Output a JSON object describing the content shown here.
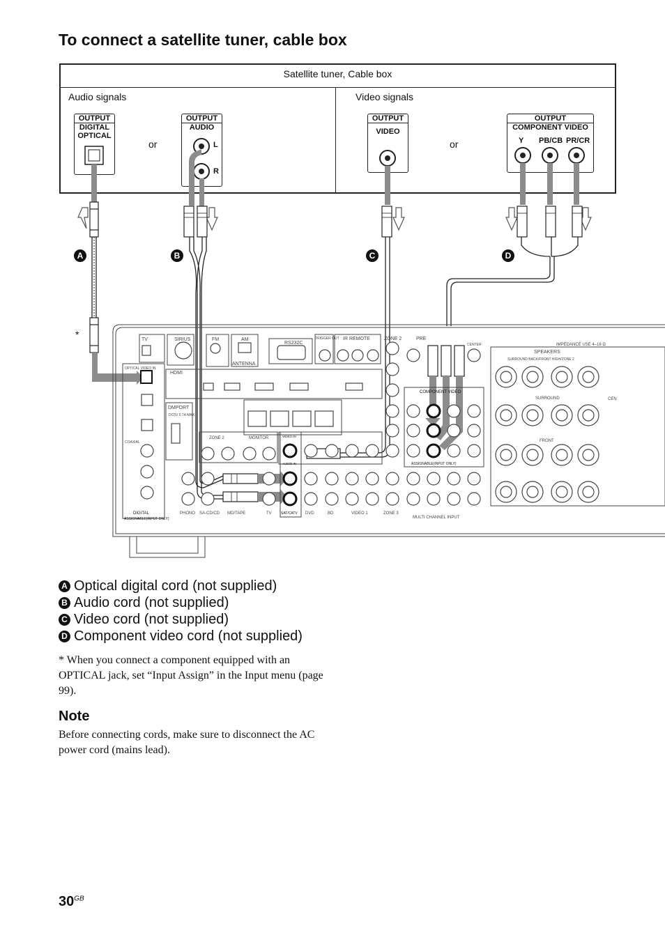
{
  "page": {
    "title": "To connect a satellite tuner, cable box",
    "page_number": "30",
    "page_suffix": "GB"
  },
  "device_box": {
    "header": "Satellite tuner, Cable box",
    "audio_label": "Audio signals",
    "video_label": "Video signals",
    "or": "or",
    "panels": {
      "optical": {
        "title": "OUTPUT",
        "line1": "DIGITAL",
        "line2": "OPTICAL"
      },
      "audio": {
        "title": "OUTPUT",
        "line1": "AUDIO",
        "l": "L",
        "r": "R"
      },
      "video": {
        "title": "OUTPUT",
        "line1": "VIDEO"
      },
      "component": {
        "title": "OUTPUT",
        "line1": "COMPONENT VIDEO",
        "y": "Y",
        "pb": "PB/CB",
        "pr": "PR/CR"
      }
    }
  },
  "markers": {
    "a": "A",
    "b": "B",
    "c": "C",
    "d": "D",
    "star": "*"
  },
  "receiver": {
    "labels": {
      "tv": "TV",
      "sirius": "SIRIUS",
      "fm": "FM",
      "am": "AM",
      "antenna": "ANTENNA",
      "rs232c": "RS232C",
      "trigger": "TRIGGER OUT",
      "ir_remote": "IR REMOTE",
      "zone2": "ZONE 2",
      "pre": "PRE",
      "center": "CENTER",
      "impedance": "IMPEDANCE USE 4–16 Ω",
      "speakers": "SPEAKERS",
      "surround_back": "SURROUND BACK/FRONT HIGH/ZONE 2",
      "surround": "SURROUND",
      "front": "FRONT",
      "hdmi": "HDMI",
      "dmport": "DMPORT",
      "dmport_spec": "DC5V 0.7A MAX",
      "optical_video_in": "OPTICAL VIDEO IN",
      "coaxial": "COAXIAL",
      "digital": "DIGITAL",
      "assignable_input_only": "ASSIGNABLE(INPUT ONLY)",
      "component_video": "COMPONENT VIDEO",
      "assignable": "ASSIGNABLE(INPUT ONLY)",
      "phono": "PHONO",
      "sacd": "SA-CD/CD",
      "md_tape": "MD/TAPE",
      "tv_bottom": "TV",
      "sat_catv": "SAT/CATV",
      "dvd": "DVD",
      "bd": "BD",
      "video1": "VIDEO 1",
      "zone3": "ZONE 3",
      "multi_channel": "MULTI CHANNEL INPUT",
      "monitor": "MONITOR",
      "zone2_b": "ZONE 2",
      "video_in": "VIDEO IN",
      "audio_in": "AUDIO IN",
      "center_ch": "CEN"
    }
  },
  "legend": [
    {
      "badge": "A",
      "text": "Optical digital cord (not supplied)"
    },
    {
      "badge": "B",
      "text": "Audio cord (not supplied)"
    },
    {
      "badge": "C",
      "text": "Video cord (not supplied)"
    },
    {
      "badge": "D",
      "text": "Component video cord (not supplied)"
    }
  ],
  "footnote": "* When you connect a component equipped with an OPTICAL jack, set “Input Assign” in the Input menu (page 99).",
  "note": {
    "heading": "Note",
    "body": "Before connecting cords, make sure to disconnect the AC power cord (mains lead)."
  },
  "colors": {
    "cable": "#8c8c8c",
    "ink": "#222222"
  }
}
